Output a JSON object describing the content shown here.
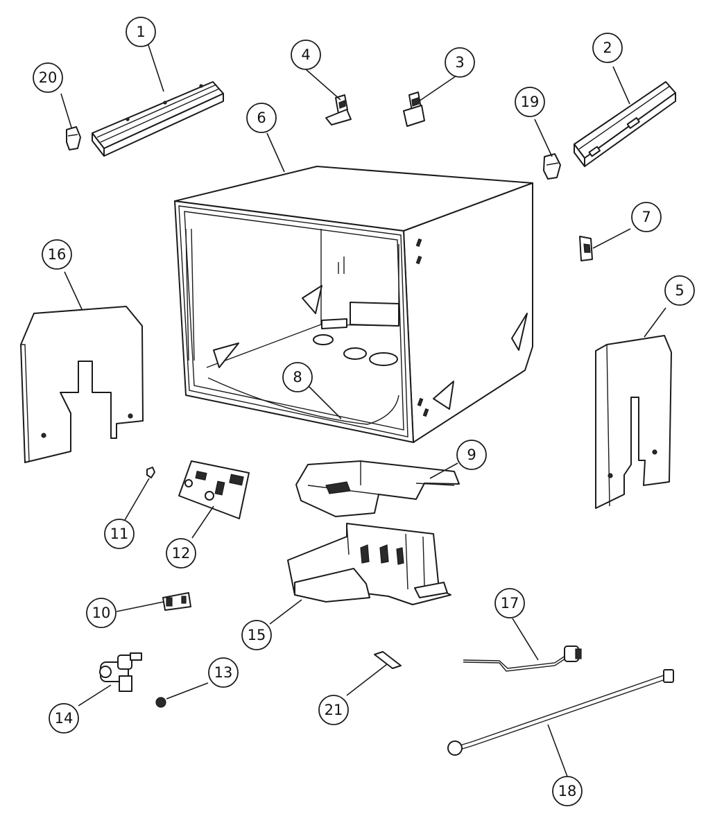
{
  "callouts": [
    {
      "id": "1",
      "label": "1"
    },
    {
      "id": "2",
      "label": "2"
    },
    {
      "id": "3",
      "label": "3"
    },
    {
      "id": "4",
      "label": "4"
    },
    {
      "id": "5",
      "label": "5"
    },
    {
      "id": "6",
      "label": "6"
    },
    {
      "id": "7",
      "label": "7"
    },
    {
      "id": "8",
      "label": "8"
    },
    {
      "id": "9",
      "label": "9"
    },
    {
      "id": "10",
      "label": "10"
    },
    {
      "id": "11",
      "label": "11"
    },
    {
      "id": "12",
      "label": "12"
    },
    {
      "id": "13",
      "label": "13"
    },
    {
      "id": "14",
      "label": "14"
    },
    {
      "id": "15",
      "label": "15"
    },
    {
      "id": "16",
      "label": "16"
    },
    {
      "id": "17",
      "label": "17"
    },
    {
      "id": "18",
      "label": "18"
    },
    {
      "id": "19",
      "label": "19"
    },
    {
      "id": "20",
      "label": "20"
    },
    {
      "id": "21",
      "label": "21"
    }
  ],
  "colors": {
    "line": "#1a1a1a",
    "background": "#ffffff"
  }
}
